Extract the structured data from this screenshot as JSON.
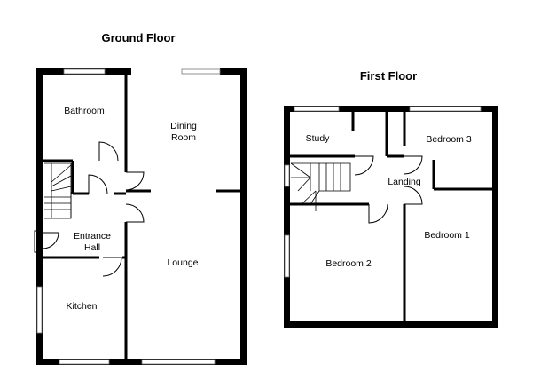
{
  "floors": {
    "ground": {
      "title": "Ground Floor",
      "rooms": {
        "bathroom": "Bathroom",
        "dining": [
          "Dining",
          "Room"
        ],
        "entrance": [
          "Entrance",
          "Hall"
        ],
        "lounge": "Lounge",
        "kitchen": "Kitchen"
      }
    },
    "first": {
      "title": "First Floor",
      "rooms": {
        "study": "Study",
        "bedroom3": "Bedroom 3",
        "landing": "Landing",
        "bedroom1": "Bedroom 1",
        "bedroom2": "Bedroom 2"
      }
    }
  }
}
